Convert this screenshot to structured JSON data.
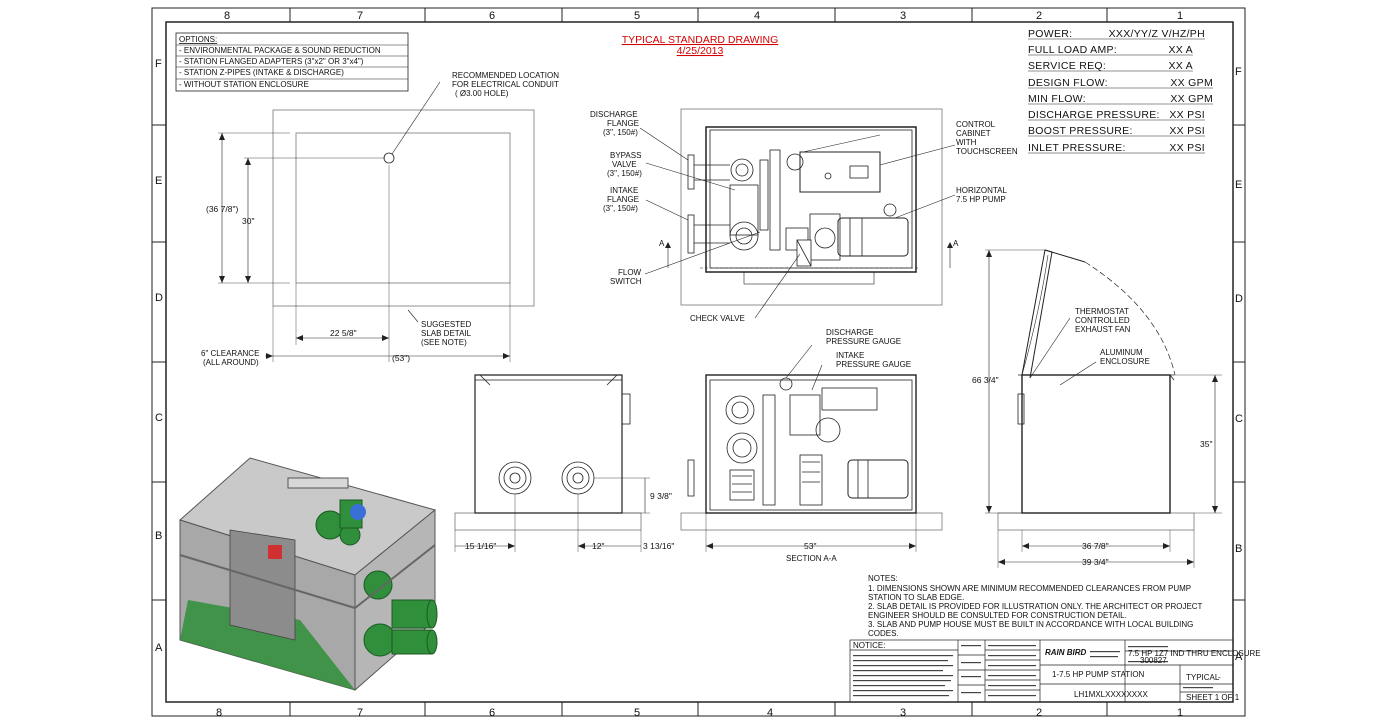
{
  "header": {
    "title": "TYPICAL STANDARD DRAWING",
    "date": "4/25/2013"
  },
  "zones": {
    "top": [
      "8",
      "7",
      "6",
      "5",
      "4",
      "3",
      "2",
      "1"
    ],
    "bottom": [
      "8",
      "7",
      "6",
      "5",
      "4",
      "3",
      "2",
      "1"
    ],
    "left": [
      "F",
      "E",
      "D",
      "C",
      "B",
      "A"
    ],
    "right": [
      "F",
      "E",
      "D",
      "C",
      "B",
      "A"
    ]
  },
  "options": {
    "heading": "OPTIONS:",
    "items": [
      "- ENVIRONMENTAL PACKAGE & SOUND REDUCTION",
      "- STATION FLANGED ADAPTERS (3\"x2\" OR 3\"x4\")",
      "- STATION Z-PIPES (INTAKE & DISCHARGE)",
      "- WITHOUT STATION ENCLOSURE"
    ]
  },
  "specs": [
    {
      "label": "POWER:",
      "value": "XXX/YY/Z V/HZ/PH"
    },
    {
      "label": "FULL LOAD AMP:",
      "value": "XX A"
    },
    {
      "label": "SERVICE REQ:",
      "value": "XX A"
    },
    {
      "label": "DESIGN FLOW:",
      "value": "XX GPM"
    },
    {
      "label": "MIN FLOW:",
      "value": "XX GPM"
    },
    {
      "label": "DISCHARGE PRESSURE:",
      "value": "XX PSI"
    },
    {
      "label": "BOOST PRESSURE:",
      "value": "XX PSI"
    },
    {
      "label": "INLET PRESSURE:",
      "value": "XX PSI"
    }
  ],
  "slab_view": {
    "conduit_label": [
      "RECOMMENDED LOCATION",
      "FOR ELECTRICAL CONDUIT",
      "( Ø3.00 HOLE)"
    ],
    "dim_36": "(36 7/8\")",
    "dim_30": "30\"",
    "dim_22": "22 5/8\"",
    "dim_53": "(53\")",
    "clearance": [
      "6\" CLEARANCE",
      "(ALL AROUND)"
    ],
    "slab_detail": [
      "SUGGESTED",
      "SLAB DETAIL",
      "(SEE NOTE)"
    ]
  },
  "top_view": {
    "discharge_flange": [
      "DISCHARGE",
      "FLANGE",
      "(3\", 150#)"
    ],
    "bypass_valve": [
      "BYPASS",
      "VALVE",
      "(3\", 150#)"
    ],
    "intake_flange": [
      "INTAKE",
      "FLANGE",
      "(3\", 150#)"
    ],
    "flow_switch": [
      "FLOW",
      "SWITCH"
    ],
    "check_valve": "CHECK VALVE",
    "control_cabinet": [
      "CONTROL",
      "CABINET",
      "WITH",
      "TOUCHSCREEN"
    ],
    "pump": [
      "HORIZONTAL",
      "7.5 HP PUMP"
    ],
    "section_mark": "A"
  },
  "front_views": {
    "discharge_gauge": [
      "DISCHARGE",
      "PRESSURE GAUGE"
    ],
    "intake_gauge": [
      "INTAKE",
      "PRESSURE GAUGE"
    ],
    "dim_9": "9 3/8\"",
    "dim_15": "15 1/16\"",
    "dim_12": "12\"",
    "dim_3": "3 13/16\"",
    "dim_53": "53\"",
    "section": "SECTION A-A"
  },
  "side_view": {
    "fan": [
      "THERMOSTAT",
      "CONTROLLED",
      "EXHAUST FAN"
    ],
    "enclosure": [
      "ALUMINUM",
      "ENCLOSURE"
    ],
    "dim_66": "66 3/4\"",
    "dim_35": "35\"",
    "dim_36": "36 7/8\"",
    "dim_39": "39 3/4\""
  },
  "notes": {
    "heading": "NOTES:",
    "lines": [
      "1.  DIMENSIONS SHOWN ARE MINIMUM RECOMMENDED CLEARANCES FROM PUMP",
      "     STATION TO SLAB EDGE.",
      "2.  SLAB DETAIL IS PROVIDED FOR ILLUSTRATION ONLY. THE ARCHITECT OR PROJECT",
      "     ENGINEER SHOULD BE CONSULTED FOR CONSTRUCTION DETAIL.",
      "3.  SLAB AND PUMP HOUSE MUST BE BUILT IN ACCORDANCE WITH LOCAL BUILDING",
      "     CODES."
    ]
  },
  "title_block": {
    "notice": "NOTICE:",
    "company": "RAIN BIRD",
    "enclosure_label": "7.5 HP 1Z7 IND THRU ENCLOSURE",
    "drawing_no": "300827",
    "station": "1-7.5 HP PUMP STATION",
    "part_no": "LH1MXLXXXXXXXX",
    "typical": "TYPICAL",
    "rev": "-",
    "sheet": "SHEET 1 OF 1"
  },
  "colors": {
    "red": "#d40000",
    "green": "#2f8f3a",
    "enclosure": "#9a9a9a"
  }
}
